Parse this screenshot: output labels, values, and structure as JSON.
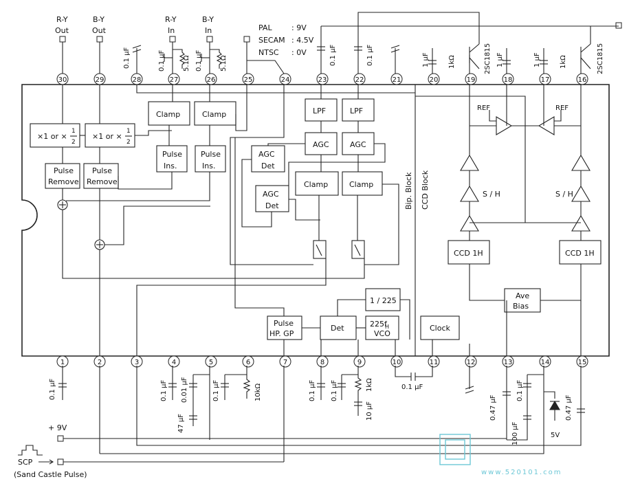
{
  "outputs": {
    "ry_out": [
      "R-Y",
      "Out"
    ],
    "by_out": [
      "B-Y",
      "Out"
    ],
    "ry_in": [
      "R-Y",
      "In"
    ],
    "by_in": [
      "B-Y",
      "In"
    ]
  },
  "modes": {
    "pal": "PAL",
    "pal_v": ": 9V",
    "secam": "SECAM",
    "secam_v": ": 4.5V",
    "ntsc": "NTSC",
    "ntsc_v": ": 0V"
  },
  "top_pins": [
    "30",
    "29",
    "28",
    "27",
    "26",
    "25",
    "24",
    "23",
    "22",
    "21",
    "20",
    "19",
    "18",
    "17",
    "16"
  ],
  "bottom_pins": [
    "1",
    "2",
    "3",
    "4",
    "5",
    "6",
    "7",
    "8",
    "9",
    "10",
    "11",
    "12",
    "13",
    "14",
    "15"
  ],
  "blocks": {
    "clamp": "Clamp",
    "pulse_ins": [
      "Pulse",
      "Ins."
    ],
    "mult": [
      "×1 or ×",
      "1",
      "2"
    ],
    "pulse_remove": [
      "Pulse",
      "Remove"
    ],
    "lpf": "LPF",
    "agc": "AGC",
    "agc_det": [
      "AGC",
      "Det"
    ],
    "bip_block": "Bip. Block",
    "ccd_block": "CCD Block",
    "ccd_1h": "CCD 1H",
    "sh": "S / H",
    "ref": "REF",
    "ave_bias": [
      "Ave",
      "Bias"
    ],
    "div": "1 / 225",
    "vco": [
      "225f",
      "H",
      "VCO"
    ],
    "det": "Det",
    "clock": "Clock",
    "pulse_hp": [
      "Pulse",
      "HP. GP"
    ]
  },
  "components": {
    "c01uf": "0.1 μF",
    "c1uf": "1 μF",
    "c001uf": "0.01 μF",
    "c047uf": "0.47 μF",
    "c47uf": "47 μF",
    "c10uf": "10 μF",
    "c100uf": "100 μF",
    "r51": "5.1Ω",
    "r1k": "1kΩ",
    "r10k": "10kΩ",
    "transistor": "2SC1815",
    "zener": "5V"
  },
  "supply": {
    "v9": "+ 9V",
    "scp": "SCP",
    "scp_desc": "(Sand Castle Pulse)"
  },
  "watermark": {
    "site": "www.520101.com"
  }
}
